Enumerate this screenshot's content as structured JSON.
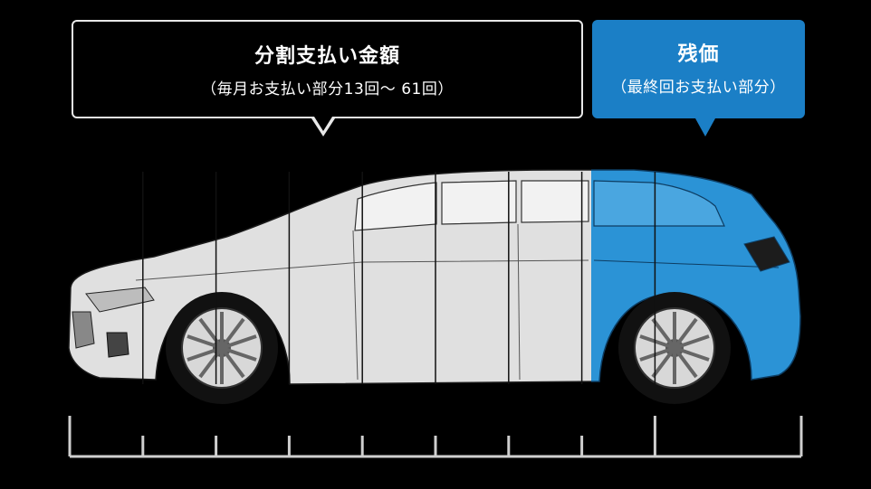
{
  "installment_box": {
    "title": "分割支払い金額",
    "subtitle": "（毎月お支払い部分13回～ 61回）"
  },
  "residual_box": {
    "title": "残価",
    "subtitle": "（最終回お支払い部分）"
  },
  "colors": {
    "background": "#000000",
    "residual_blue": "#1b7fc6",
    "car_body": "#e0e0e0",
    "outline": "#1a1a1a",
    "scale_line": "#cfcfcf"
  },
  "scale": {
    "tick_count": 10,
    "residual_share": 0.2
  }
}
